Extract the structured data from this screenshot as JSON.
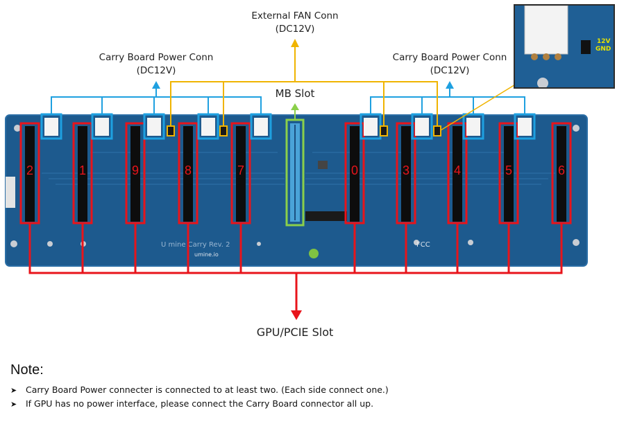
{
  "labels": {
    "external_fan_line1": "External FAN Conn",
    "external_fan_line2": "(DC12V)",
    "carry_board_left_line1": "Carry Board Power Conn",
    "carry_board_left_line2": "(DC12V)",
    "carry_board_right_line1": "Carry Board Power Conn",
    "carry_board_right_line2": "(DC12V)",
    "mb_slot": "MB Slot",
    "gpu_slot": "GPU/PCIE Slot"
  },
  "slots": [
    {
      "number": "2"
    },
    {
      "number": "1"
    },
    {
      "number": "9"
    },
    {
      "number": "8"
    },
    {
      "number": "7"
    },
    {
      "number": "0"
    },
    {
      "number": "3"
    },
    {
      "number": "4"
    },
    {
      "number": "5"
    },
    {
      "number": "6"
    }
  ],
  "board_silkscreen": {
    "title": "U mine Carry Rev. 2",
    "site": "umine.io",
    "cert": "FCC"
  },
  "inset": {
    "label_12v": "12V",
    "label_gnd": "GND"
  },
  "note": {
    "title": "Note:",
    "items": [
      "Carry Board Power connecter is connected to at least two. (Each side connect one.)",
      "If GPU has no power interface, please connect the Carry Board connector all up."
    ]
  },
  "colors": {
    "board": "#1d5a8e",
    "gpu_lines": "#e8141b",
    "power_lines": "#1ea0e0",
    "fan_lines": "#f0b400",
    "mb_lines": "#8bd04a"
  }
}
